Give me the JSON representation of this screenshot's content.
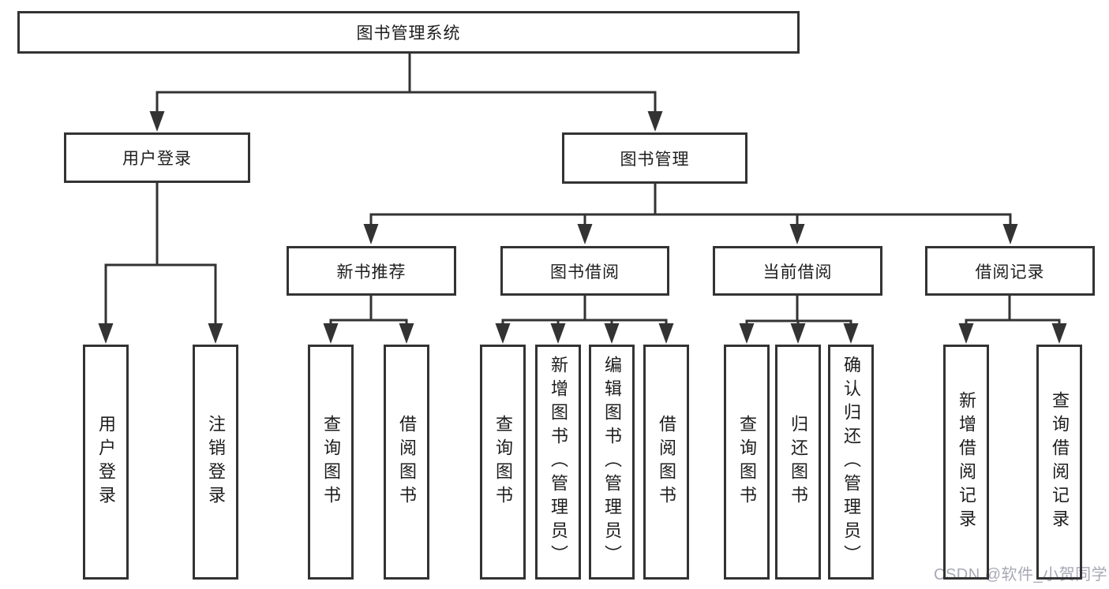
{
  "diagram": {
    "root": "图书管理系统",
    "branches": [
      {
        "label": "用户登录",
        "children": [
          {
            "label": "用户登录"
          },
          {
            "label": "注销登录"
          }
        ]
      },
      {
        "label": "图书管理",
        "sections": [
          {
            "label": "新书推荐",
            "children": [
              {
                "label": "查询图书"
              },
              {
                "label": "借阅图书"
              }
            ]
          },
          {
            "label": "图书借阅",
            "children": [
              {
                "label": "查询图书"
              },
              {
                "label": "新增图书（管理员）"
              },
              {
                "label": "编辑图书（管理员）"
              },
              {
                "label": "借阅图书"
              }
            ]
          },
          {
            "label": "当前借阅",
            "children": [
              {
                "label": "查询图书"
              },
              {
                "label": "归还图书"
              },
              {
                "label": "确认归还（管理员）"
              }
            ]
          },
          {
            "label": "借阅记录",
            "children": [
              {
                "label": "新增借阅记录"
              },
              {
                "label": "查询借阅记录"
              }
            ]
          }
        ]
      }
    ]
  },
  "watermark": {
    "text": "CSDN @软件_小贺同学",
    "color": "#a8a9b6"
  },
  "colors": {
    "line": "#333333",
    "box_border": "#333333",
    "text": "#1d1d1f",
    "background": "#ffffff"
  }
}
